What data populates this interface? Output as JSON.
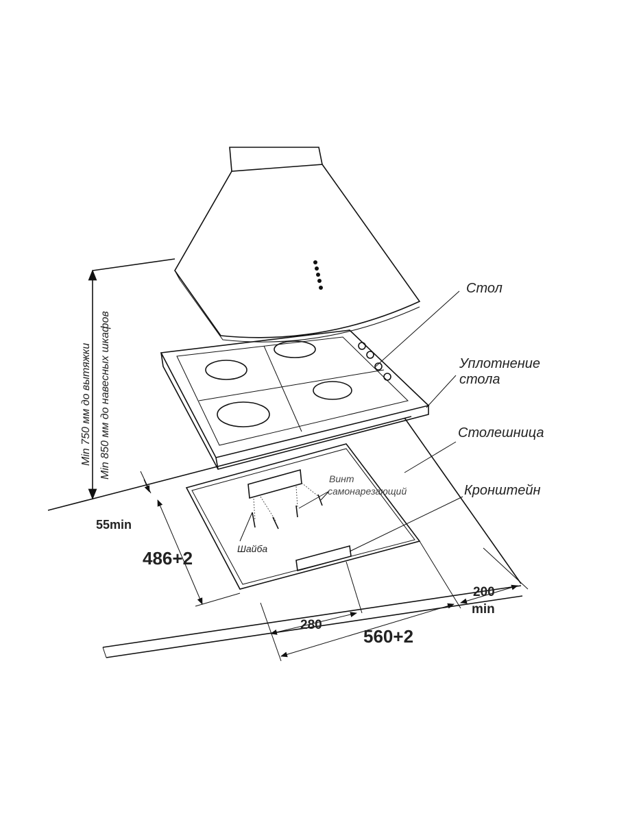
{
  "labels": {
    "table": "Стол",
    "seal_line1": "Уплотнение",
    "seal_line2": "стола",
    "countertop": "Столешница",
    "bracket": "Кронштейн",
    "screw_line1": "Винт",
    "screw_line2": "самонарезающий",
    "washer": "Шайба"
  },
  "vertical_notes": {
    "hood": "Min 750 мм до вытяжки",
    "cabinets": "Min 850 мм до навесных шкафов"
  },
  "dimensions": {
    "back_gap": "55min",
    "depth": "486+2",
    "half_width": "280",
    "width": "560+2",
    "side_gap_line1": "200",
    "side_gap_line2": "min"
  }
}
